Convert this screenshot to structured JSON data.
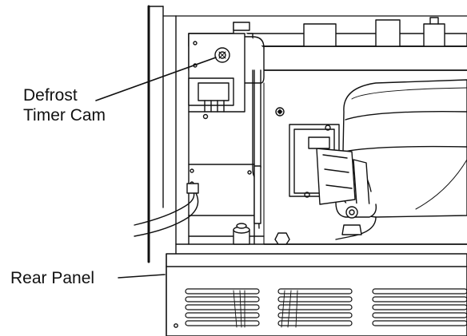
{
  "figure": {
    "callouts": {
      "defrost_timer_cam": {
        "line1": "Defrost",
        "line2": "Timer Cam"
      },
      "rear_panel": "Rear Panel"
    },
    "colors": {
      "ink": "#111111",
      "paper": "#ffffff",
      "shade": "#d9d9d9"
    }
  }
}
